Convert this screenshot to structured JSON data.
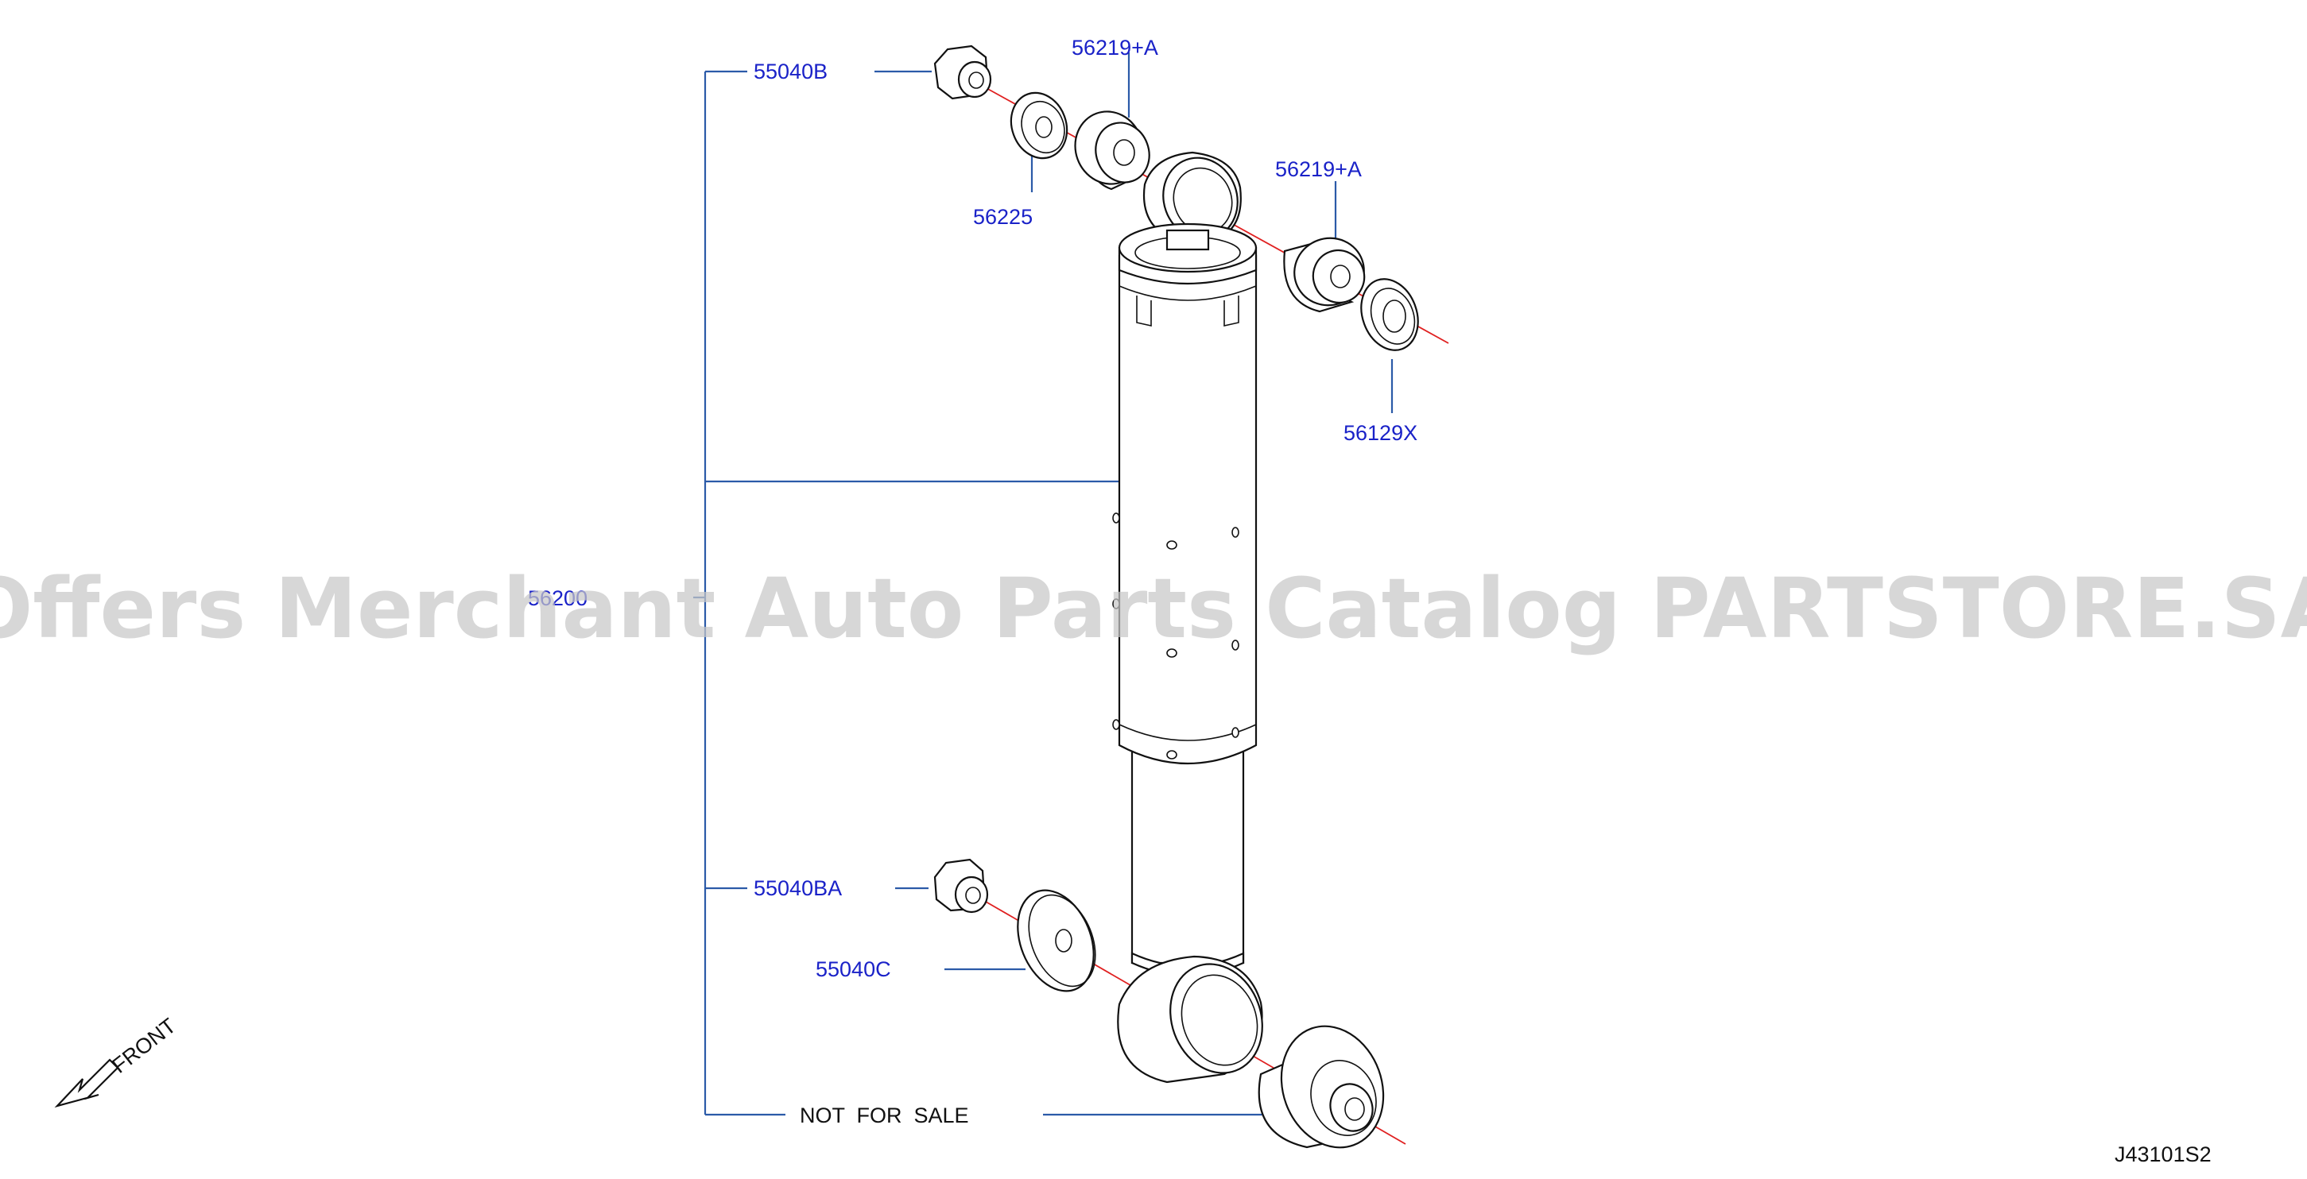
{
  "labels": {
    "nut_top": "55040B",
    "bushing_upper_inner": "56219+A",
    "bushing_upper_outer": "56219+A",
    "washer_upper": "56225",
    "washer_upper_outer": "56129X",
    "shock_absorber": "56200",
    "nut_lower": "55040BA",
    "washer_lower": "55040C",
    "not_for_sale": "NOT  FOR  SALE",
    "front": "FRONT",
    "diagram_code": "J43101S2"
  },
  "watermark": "Offers Merchant Auto Parts Catalog PARTSTORE.SA",
  "colors": {
    "callout_text": "#1a22c8",
    "leader_line": "#2b5aa8",
    "axis_line": "#e02020",
    "watermark": "#c8c8c8"
  },
  "icons": {
    "front_arrow": "arrow-down-left-icon"
  }
}
